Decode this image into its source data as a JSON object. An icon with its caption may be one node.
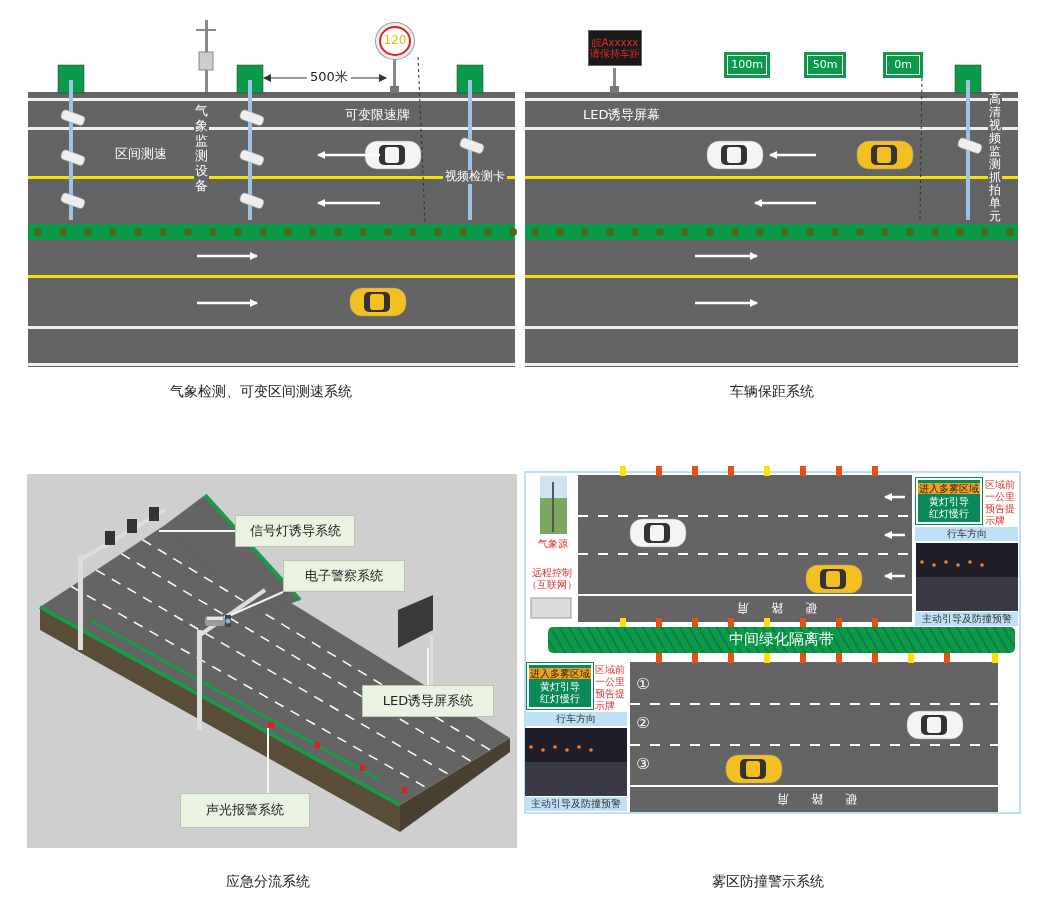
{
  "diagram": {
    "nodes": [
      {
        "text": [
          "120"
        ]
      },
      {
        "text": [
          "皖Axxxxx",
          "请保持车距"
        ]
      },
      {
        "text": [
          "100m"
        ]
      },
      {
        "text": [
          "50m"
        ]
      },
      {
        "text": [
          "0m"
        ]
      },
      {
        "text": [
          "信号灯诱导系统"
        ]
      },
      {
        "text": [
          "电子警察系统"
        ]
      },
      {
        "text": [
          "LED诱导屏系统"
        ]
      },
      {
        "text": [
          "声光报警系统"
        ]
      },
      {
        "text": [
          "进入多雾区域",
          "黄灯引导",
          "红灯慢行"
        ],
        "beside": [
          "区域前一公里预告提示牌"
        ]
      },
      {
        "text": [
          "行车方向"
        ]
      },
      {
        "text": [
          "主动引导及防撞预警"
        ]
      },
      {
        "text": [
          "中间绿化隔离带"
        ]
      },
      {
        "text": [
          "进入多雾区域",
          "黄灯引导",
          "红灯慢行"
        ],
        "beside": [
          "区域前一公里预告提示牌"
        ]
      },
      {
        "text": [
          "行车方向"
        ]
      },
      {
        "text": [
          "主动引导及防撞预警"
        ]
      },
      {
        "text": [
          "①"
        ]
      },
      {
        "text": [
          "②"
        ]
      },
      {
        "text": [
          "③"
        ]
      },
      {
        "text": [],
        "shape": "picture"
      },
      {
        "text": [],
        "shape": "picture"
      },
      {
        "text": [],
        "shape": "picture"
      },
      {
        "text": [],
        "shape": "picture"
      }
    ],
    "edges": [
      {
        "from": 5,
        "to": 19,
        "arrow": "none"
      },
      {
        "from": 6,
        "to": 20,
        "arrow": "none"
      },
      {
        "from": 7,
        "to": 21,
        "arrow": "none"
      },
      {
        "from": 8,
        "to": 22,
        "arrow": "none"
      }
    ],
    "labels": [
      "500米",
      "气象监测设备",
      "可变限速牌",
      "区间测速",
      "视频检测卡",
      "LED诱导屏幕",
      "高清视频监测抓拍单元",
      "气象检测、可变区间测速系统",
      "车辆保距系统",
      "气象源",
      "远程控制（互联网）",
      "硬路肩",
      "硬路肩",
      "应急分流系统",
      "雾区防撞警示系统"
    ]
  }
}
